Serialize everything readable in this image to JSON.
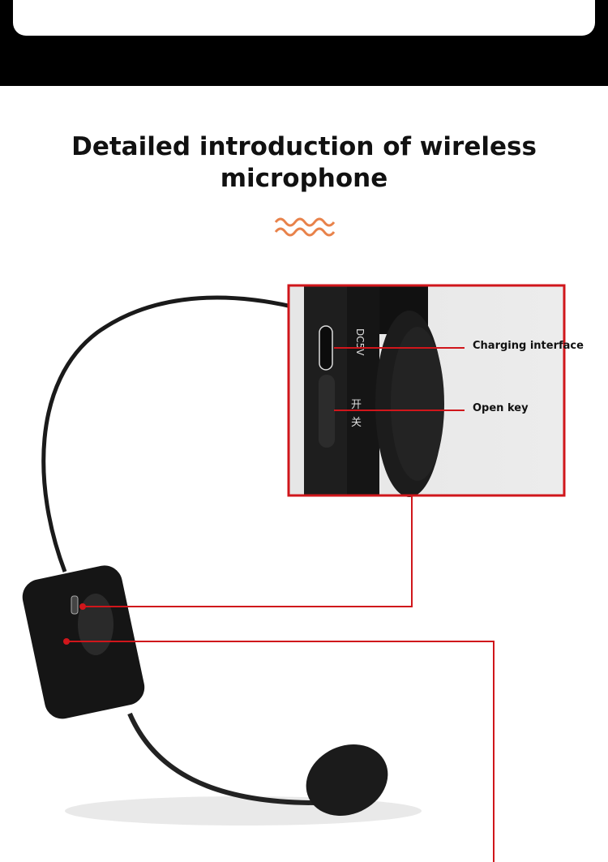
{
  "header": {
    "title": "Detailed introduction of wireless microphone"
  },
  "callouts": [
    {
      "label": "Charging interface"
    },
    {
      "label": "Open key"
    }
  ],
  "device_markings": {
    "port": "DC5V",
    "on": "开",
    "off": "关"
  },
  "colors": {
    "accent_wave": "#e8824a",
    "callout_red": "#d0161b",
    "band": "#000000"
  }
}
